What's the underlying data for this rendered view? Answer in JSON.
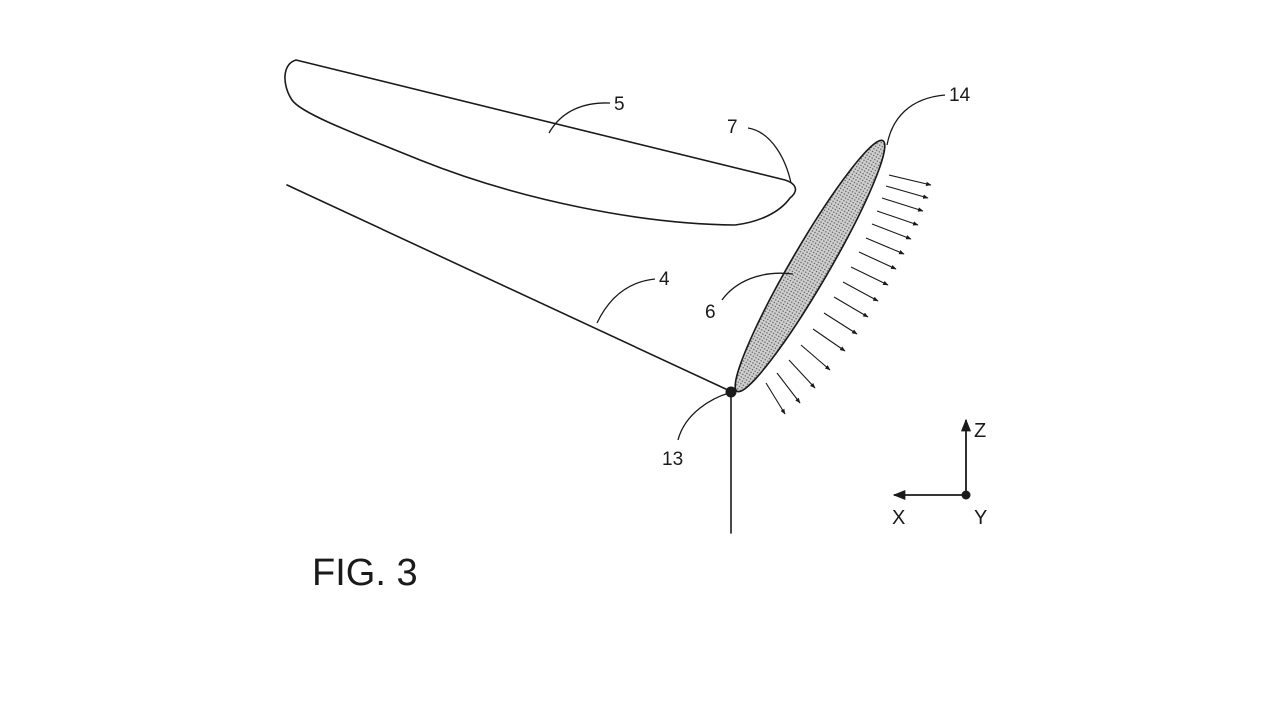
{
  "figure": {
    "caption": "FIG. 3",
    "reference_labels": {
      "airfoil": "5",
      "trailing_edge": "7",
      "line": "4",
      "flap": "6",
      "flap_tip": "14",
      "pivot": "13"
    },
    "axes": {
      "z": "Z",
      "x": "X",
      "y": "Y"
    },
    "colors": {
      "ink": "#1a1a1a",
      "flap_fill": "#bdbdbd",
      "background": "#ffffff"
    }
  }
}
